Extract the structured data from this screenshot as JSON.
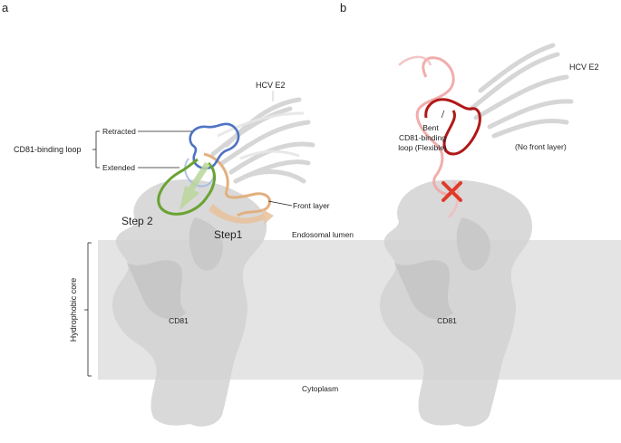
{
  "panels": {
    "a": {
      "letter": "a",
      "hcv_label": "HCV E2",
      "loop_label": "CD81-binding loop",
      "retracted": "Retracted",
      "extended": "Extended",
      "front_layer": "Front layer",
      "step1": "Step1",
      "step2": "Step 2",
      "endosomal_lumen": "Endosomal lumen",
      "hydrophobic_core": "Hydrophobic core",
      "cd81": "CD81",
      "cytoplasm": "Cytoplasm"
    },
    "b": {
      "letter": "b",
      "hcv_label": "HCV E2",
      "bent_line1": "Bent",
      "bent_line2": "CD81-binding",
      "bent_line3": "loop (Flexible)",
      "no_front_layer": "(No front layer)",
      "cd81": "CD81",
      "blocked_mark": "×"
    }
  },
  "colors": {
    "membrane": "#e3e3e3",
    "protein": "#d4d4d4",
    "retracted_loop": "#4f73c4",
    "extended_loop": "#6aa332",
    "front_layer": "#e2b07f",
    "bent_loop": "#b01818",
    "bent_loop_faint": "#f0a4a4",
    "cross": "#e03a2a"
  },
  "icons": {
    "step_arrows": "arrow-icon",
    "blocked": "cross-icon",
    "bracket": "bracket-icon"
  }
}
